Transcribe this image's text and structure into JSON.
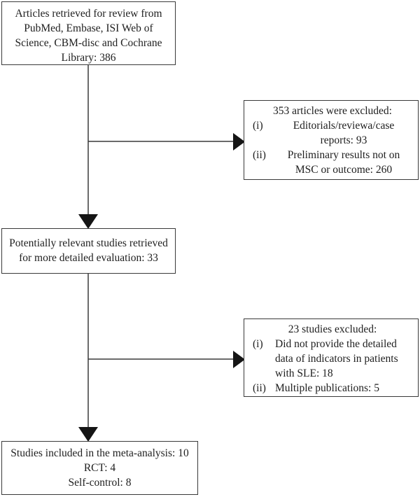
{
  "diagram": {
    "colors": {
      "background": "#ffffff",
      "text": "#1e1e1e",
      "border": "#3a3a3a",
      "line": "#3a3a3a",
      "arrow": "#151515"
    },
    "boxes": {
      "retrieved": {
        "lines": [
          "Articles retrieved for review from",
          "PubMed, Embase, ISI Web of",
          "Science, CBM-disc and Cochrane",
          "Library: 386"
        ]
      },
      "excluded_first": {
        "title": "353 articles were excluded:",
        "items": [
          {
            "marker": "(i)",
            "lines": [
              "Editorials/reviewa/case",
              "reports: 93"
            ]
          },
          {
            "marker": "(ii)",
            "lines": [
              "Preliminary results not on",
              "MSC or outcome: 260"
            ]
          }
        ]
      },
      "relevant": {
        "lines": [
          "Potentially relevant studies retrieved",
          "for more detailed evaluation: 33"
        ]
      },
      "excluded_second": {
        "title": "23 studies excluded:",
        "items": [
          {
            "marker": "(i)",
            "lines": [
              "Did not provide the detailed",
              "data of indicators in patients",
              "with SLE: 18"
            ]
          },
          {
            "marker": "(ii)",
            "lines": [
              "Multiple publications: 5"
            ]
          }
        ]
      },
      "included": {
        "lines": [
          "Studies included in the meta-analysis: 10",
          "RCT: 4",
          "Self-control: 8"
        ]
      }
    }
  }
}
